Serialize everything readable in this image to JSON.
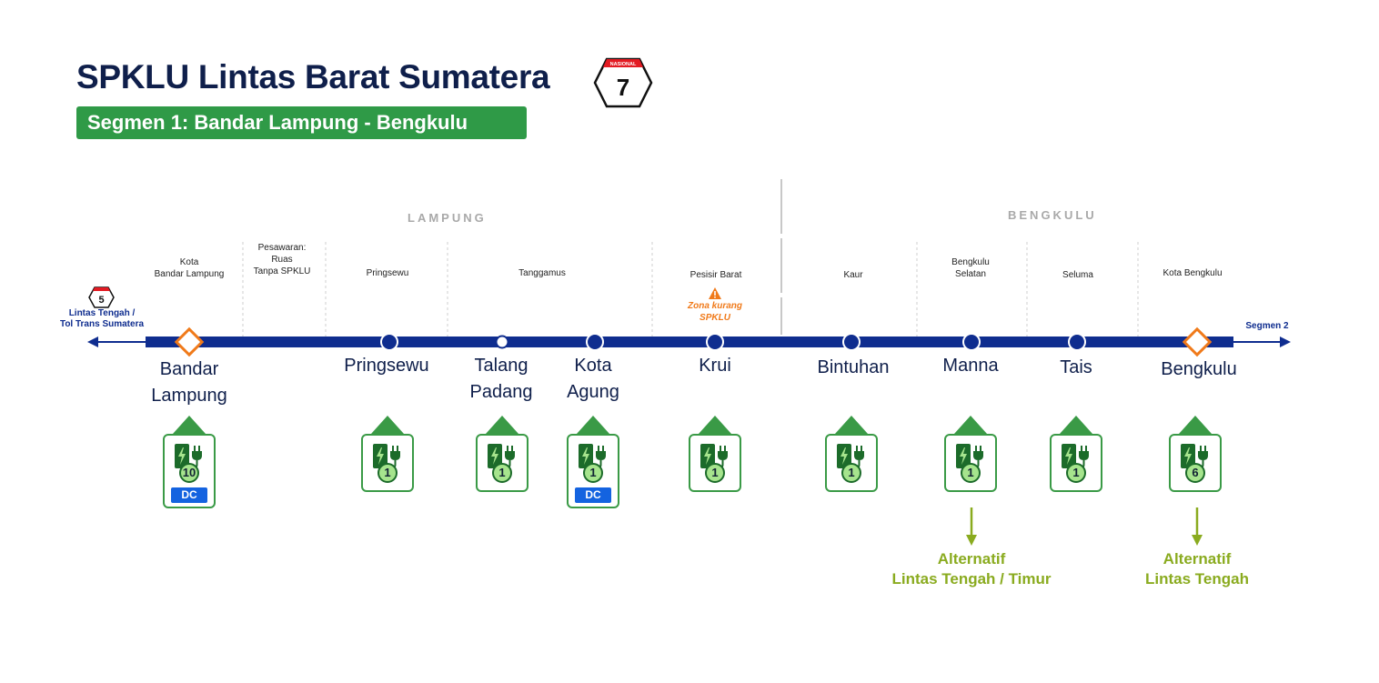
{
  "header": {
    "title": "SPKLU Lintas Barat Sumatera",
    "badge_label": "NASIONAL",
    "badge_number": "7",
    "segment": "Segmen 1: Bandar Lampung - Bengkulu"
  },
  "provinces": [
    "LAMPUNG",
    "BENGKULU"
  ],
  "regions": [
    {
      "lines": [
        "Kota",
        "Bandar Lampung"
      ]
    },
    {
      "lines": [
        "Pesawaran:",
        "Ruas",
        "Tanpa SPKLU"
      ]
    },
    {
      "lines": [
        "Pringsewu"
      ]
    },
    {
      "lines": [
        "Tanggamus"
      ]
    },
    {
      "lines": [
        "Pesisir Barat"
      ]
    },
    {
      "lines": [
        "Kaur"
      ]
    },
    {
      "lines": [
        "Bengkulu",
        "Selatan"
      ]
    },
    {
      "lines": [
        "Seluma"
      ]
    },
    {
      "lines": [
        "Kota Bengkulu"
      ]
    }
  ],
  "warning": {
    "line1": "Zona kurang",
    "line2": "SPKLU"
  },
  "left_connection": {
    "badge_number": "5",
    "line1": "Lintas Tengah /",
    "line2": "Tol Trans Sumatera"
  },
  "right_connection": {
    "label": "Segmen 2"
  },
  "cities": [
    {
      "lines": [
        "Bandar",
        "Lampung"
      ]
    },
    {
      "lines": [
        "Pringsewu"
      ]
    },
    {
      "lines": [
        "Talang",
        "Padang"
      ]
    },
    {
      "lines": [
        "Kota",
        "Agung"
      ]
    },
    {
      "lines": [
        "Krui"
      ]
    },
    {
      "lines": [
        "Bintuhan"
      ]
    },
    {
      "lines": [
        "Manna"
      ]
    },
    {
      "lines": [
        "Tais"
      ]
    },
    {
      "lines": [
        "Bengkulu"
      ]
    }
  ],
  "stations": [
    {
      "count": "10",
      "type": "DC"
    },
    {
      "count": "1"
    },
    {
      "count": "1"
    },
    {
      "count": "1",
      "type": "DC"
    },
    {
      "count": "1"
    },
    {
      "count": "1"
    },
    {
      "count": "1"
    },
    {
      "count": "1"
    },
    {
      "count": "6"
    }
  ],
  "alternatives": [
    {
      "line1": "Alternatif",
      "line2": "Lintas Tengah / Timur"
    },
    {
      "line1": "Alternatif",
      "line2": "Lintas Tengah"
    }
  ],
  "colors": {
    "route": "#0f2d8f",
    "station_green": "#3a9a46",
    "accent_orange": "#f07a1a",
    "alt_green": "#8aab1f",
    "dc_blue": "#1463e0"
  }
}
